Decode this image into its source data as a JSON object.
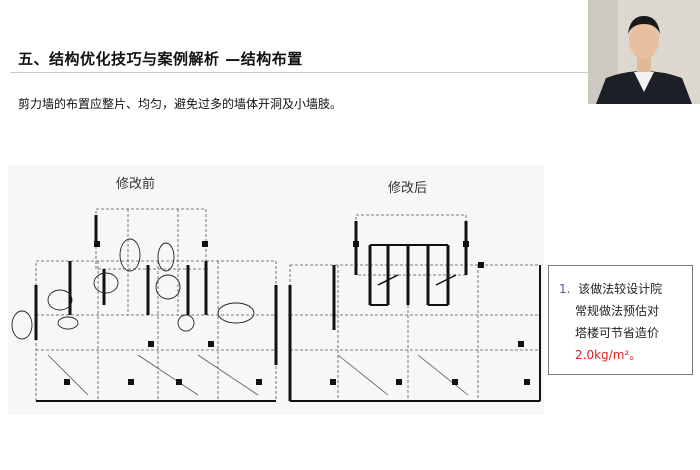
{
  "slide": {
    "title": "五、结构优化技巧与案例解析 —结构布置",
    "body": "剪力墙的布置应整片、均匀，避免过多的墙体开洞及小墙肢。"
  },
  "figure": {
    "before_label": "修改前",
    "after_label": "修改后"
  },
  "callout": {
    "number": "1.",
    "line1": "该做法较设计院",
    "line2": "常规做法预估对",
    "line3": "塔楼可节省造价",
    "line4": "2.0kg/m²。"
  },
  "colors": {
    "callout_number": "#6b4aa0",
    "callout_highlight": "#e02020"
  }
}
